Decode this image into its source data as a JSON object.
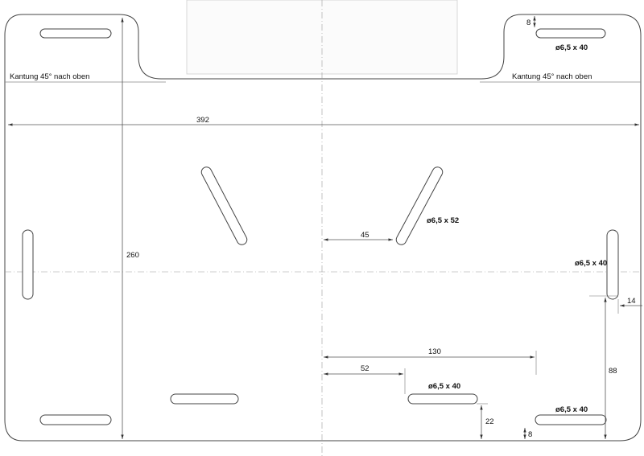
{
  "bend_notes": {
    "left": "Kantung 45° nach oben",
    "right": "Kantung 45° nach oben"
  },
  "dimensions": {
    "overall_width": "392",
    "overall_height": "260",
    "hole_offset_x": "45",
    "slot_offset_x": "52",
    "slot_spacing_x": "130",
    "slot_offset_y": "88",
    "edge_offset": "14",
    "bottom_slot_gap": "22",
    "top_right_gap": "8",
    "bottom_right_gap": "8"
  },
  "hole_labels": {
    "top_right": "ø6,5 x 40",
    "diagonal": "ø6,5 x 52",
    "right_vertical": "ø6,5 x 40",
    "bottom_center": "ø6,5 x 40",
    "bottom_right": "ø6,5 x 40"
  }
}
